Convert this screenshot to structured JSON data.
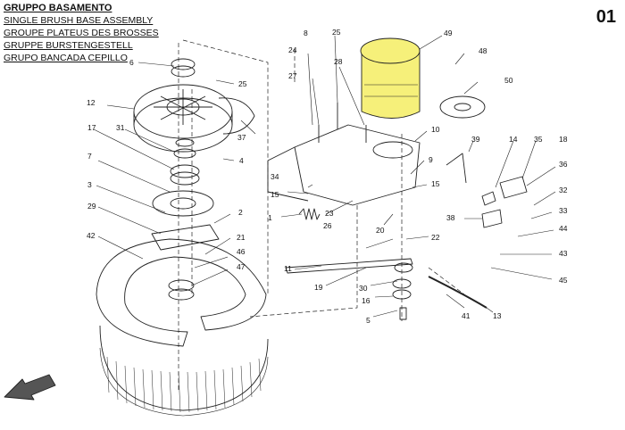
{
  "header": {
    "titles": [
      "GRUPPO BASAMENTO",
      "SINGLE BRUSH BASE ASSEMBLY",
      "GROUPE PLATEUS DES BROSSES",
      "GRUPPE BURSTENGESTELL",
      "GRUPO BANCADA CEPILLO"
    ],
    "page_number": "01"
  },
  "diagram": {
    "highlight_color": "#f6f07a",
    "callouts": [
      {
        "id": "c1",
        "label": "1"
      },
      {
        "id": "c2",
        "label": "2"
      },
      {
        "id": "c3",
        "label": "3"
      },
      {
        "id": "c4",
        "label": "4"
      },
      {
        "id": "c5",
        "label": "5"
      },
      {
        "id": "c6",
        "label": "6"
      },
      {
        "id": "c7",
        "label": "7"
      },
      {
        "id": "c8",
        "label": "8"
      },
      {
        "id": "c9",
        "label": "9"
      },
      {
        "id": "c10",
        "label": "10"
      },
      {
        "id": "c11",
        "label": "11"
      },
      {
        "id": "c12",
        "label": "12"
      },
      {
        "id": "c13",
        "label": "13"
      },
      {
        "id": "c14",
        "label": "14"
      },
      {
        "id": "c15a",
        "label": "15"
      },
      {
        "id": "c15b",
        "label": "15"
      },
      {
        "id": "c16",
        "label": "16"
      },
      {
        "id": "c17",
        "label": "17"
      },
      {
        "id": "c18",
        "label": "18"
      },
      {
        "id": "c19",
        "label": "19"
      },
      {
        "id": "c20",
        "label": "20"
      },
      {
        "id": "c21",
        "label": "21"
      },
      {
        "id": "c22",
        "label": "22"
      },
      {
        "id": "c23",
        "label": "23"
      },
      {
        "id": "c24",
        "label": "24"
      },
      {
        "id": "c25a",
        "label": "25"
      },
      {
        "id": "c25b",
        "label": "25"
      },
      {
        "id": "c26",
        "label": "26"
      },
      {
        "id": "c27",
        "label": "27"
      },
      {
        "id": "c28",
        "label": "28"
      },
      {
        "id": "c29",
        "label": "29"
      },
      {
        "id": "c30",
        "label": "30"
      },
      {
        "id": "c31",
        "label": "31"
      },
      {
        "id": "c32",
        "label": "32"
      },
      {
        "id": "c33",
        "label": "33"
      },
      {
        "id": "c34",
        "label": "34"
      },
      {
        "id": "c35",
        "label": "35"
      },
      {
        "id": "c36",
        "label": "36"
      },
      {
        "id": "c37",
        "label": "37"
      },
      {
        "id": "c38",
        "label": "38"
      },
      {
        "id": "c39",
        "label": "39"
      },
      {
        "id": "c41",
        "label": "41"
      },
      {
        "id": "c42",
        "label": "42"
      },
      {
        "id": "c43",
        "label": "43"
      },
      {
        "id": "c44",
        "label": "44"
      },
      {
        "id": "c45",
        "label": "45"
      },
      {
        "id": "c46",
        "label": "46"
      },
      {
        "id": "c47",
        "label": "47"
      },
      {
        "id": "c48",
        "label": "48"
      },
      {
        "id": "c49",
        "label": "49"
      },
      {
        "id": "c50",
        "label": "50"
      }
    ]
  }
}
